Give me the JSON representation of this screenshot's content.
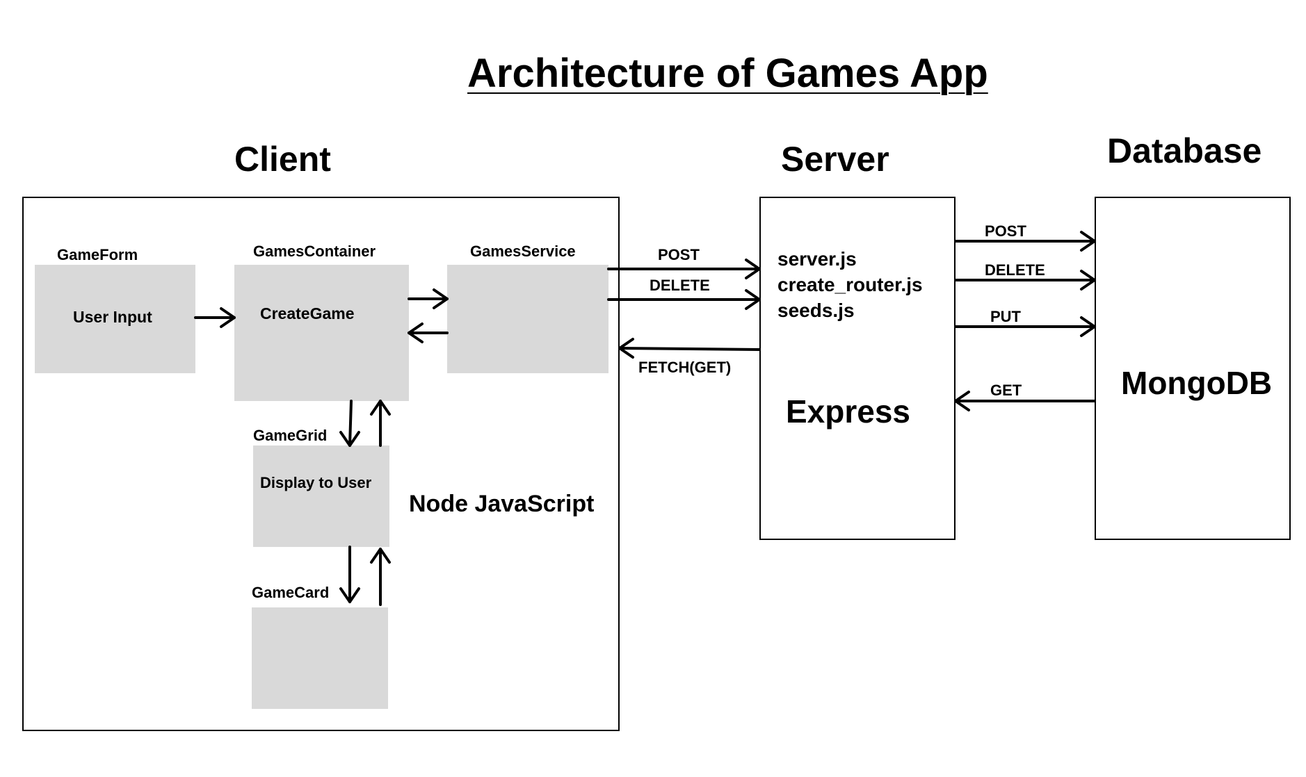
{
  "title": "Architecture of Games App",
  "columns": {
    "client": "Client",
    "server": "Server",
    "database": "Database"
  },
  "client": {
    "runtime": "Node JavaScript",
    "components": {
      "game_form": {
        "label": "GameForm",
        "content": "User Input"
      },
      "games_container": {
        "label": "GamesContainer",
        "content": "CreateGame"
      },
      "games_service": {
        "label": "GamesService",
        "content": ""
      },
      "game_grid": {
        "label": "GameGrid",
        "content": "Display to User"
      },
      "game_card": {
        "label": "GameCard",
        "content": ""
      }
    }
  },
  "server": {
    "files": [
      "server.js",
      "create_router.js",
      "seeds.js"
    ],
    "framework": "Express"
  },
  "database": {
    "name": "MongoDB"
  },
  "client_server_arrows": {
    "post": "POST",
    "delete": "DELETE",
    "fetch": "FETCH(GET)"
  },
  "server_db_arrows": {
    "post": "POST",
    "delete": "DELETE",
    "put": "PUT",
    "get": "GET"
  }
}
